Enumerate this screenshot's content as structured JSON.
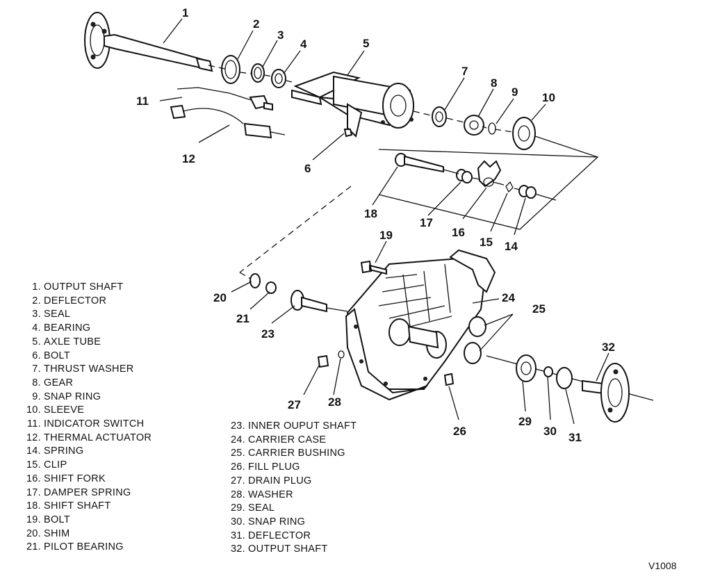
{
  "legend_left": [
    {
      "num": "1.",
      "text": "OUTPUT SHAFT"
    },
    {
      "num": "2.",
      "text": "DEFLECTOR"
    },
    {
      "num": "3.",
      "text": "SEAL"
    },
    {
      "num": "4.",
      "text": "BEARING"
    },
    {
      "num": "5.",
      "text": "AXLE TUBE"
    },
    {
      "num": "6.",
      "text": "BOLT"
    },
    {
      "num": "7.",
      "text": "THRUST WASHER"
    },
    {
      "num": "8.",
      "text": "GEAR"
    },
    {
      "num": "9.",
      "text": "SNAP RING"
    },
    {
      "num": "10.",
      "text": "SLEEVE"
    },
    {
      "num": "11.",
      "text": "INDICATOR SWITCH"
    },
    {
      "num": "12.",
      "text": "THERMAL ACTUATOR"
    },
    {
      "num": "14.",
      "text": "SPRING"
    },
    {
      "num": "15.",
      "text": "CLIP"
    },
    {
      "num": "16.",
      "text": "SHIFT FORK"
    },
    {
      "num": "17.",
      "text": "DAMPER SPRING"
    },
    {
      "num": "18.",
      "text": "SHIFT SHAFT"
    },
    {
      "num": "19.",
      "text": "BOLT"
    },
    {
      "num": "20.",
      "text": "SHIM"
    },
    {
      "num": "21.",
      "text": "PILOT BEARING"
    }
  ],
  "legend_right": [
    {
      "num": "23.",
      "text": "INNER OUPUT SHAFT"
    },
    {
      "num": "24.",
      "text": "CARRIER CASE"
    },
    {
      "num": "25.",
      "text": "CARRIER BUSHING"
    },
    {
      "num": "26.",
      "text": "FILL PLUG"
    },
    {
      "num": "27.",
      "text": "DRAIN PLUG"
    },
    {
      "num": "28.",
      "text": "WASHER"
    },
    {
      "num": "29.",
      "text": "SEAL"
    },
    {
      "num": "30.",
      "text": "SNAP RING"
    },
    {
      "num": "31.",
      "text": "DEFLECTOR"
    },
    {
      "num": "32.",
      "text": "OUTPUT SHAFT"
    }
  ],
  "callouts": [
    "1",
    "2",
    "3",
    "4",
    "5",
    "6",
    "7",
    "8",
    "9",
    "10",
    "11",
    "12",
    "18",
    "17",
    "16",
    "15",
    "14",
    "19",
    "20",
    "21",
    "23",
    "24",
    "25",
    "27",
    "28",
    "26",
    "29",
    "30",
    "31",
    "32"
  ],
  "figure_code": "V1008"
}
